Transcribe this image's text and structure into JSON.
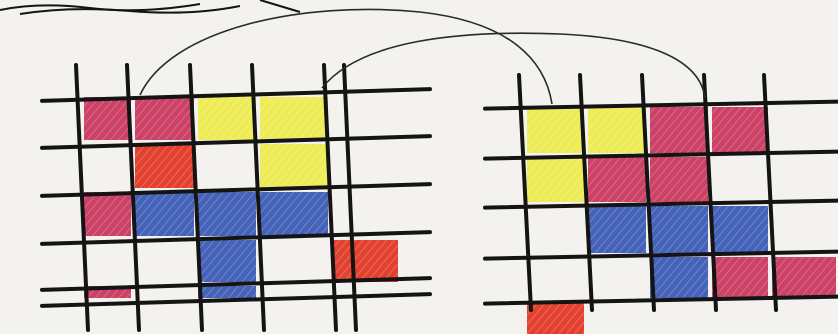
{
  "colors": {
    "paper": "#f4f2ee",
    "ink": "#141414",
    "pink": "#c8325a",
    "red": "#e1321e",
    "yellow": "#eceb4a",
    "blue": "#3556b4"
  },
  "grids": [
    {
      "id": "left-grid",
      "cols": 5,
      "rows": 5,
      "cells": [
        [
          "pink",
          "pink",
          "yellow",
          "yellow",
          null
        ],
        [
          null,
          "red",
          null,
          "yellow",
          null
        ],
        [
          "pink",
          "blue",
          "blue",
          "blue",
          null
        ],
        [
          null,
          null,
          "blue",
          null,
          "red"
        ],
        [
          "pink",
          null,
          "blue",
          null,
          null
        ]
      ]
    },
    {
      "id": "right-grid",
      "cols": 5,
      "rows": 5,
      "cells": [
        [
          "yellow",
          "yellow",
          "pink",
          "pink",
          null
        ],
        [
          "yellow",
          "pink",
          "pink",
          null,
          null
        ],
        [
          null,
          "blue",
          "blue",
          "blue",
          null
        ],
        [
          null,
          null,
          "blue",
          "pink",
          "pink"
        ],
        [
          "red",
          null,
          null,
          null,
          null
        ]
      ]
    }
  ],
  "connectors": [
    {
      "from": "left-grid",
      "to": "right-grid",
      "label": ""
    },
    {
      "from": "left-grid",
      "to": "right-grid",
      "label": ""
    }
  ]
}
